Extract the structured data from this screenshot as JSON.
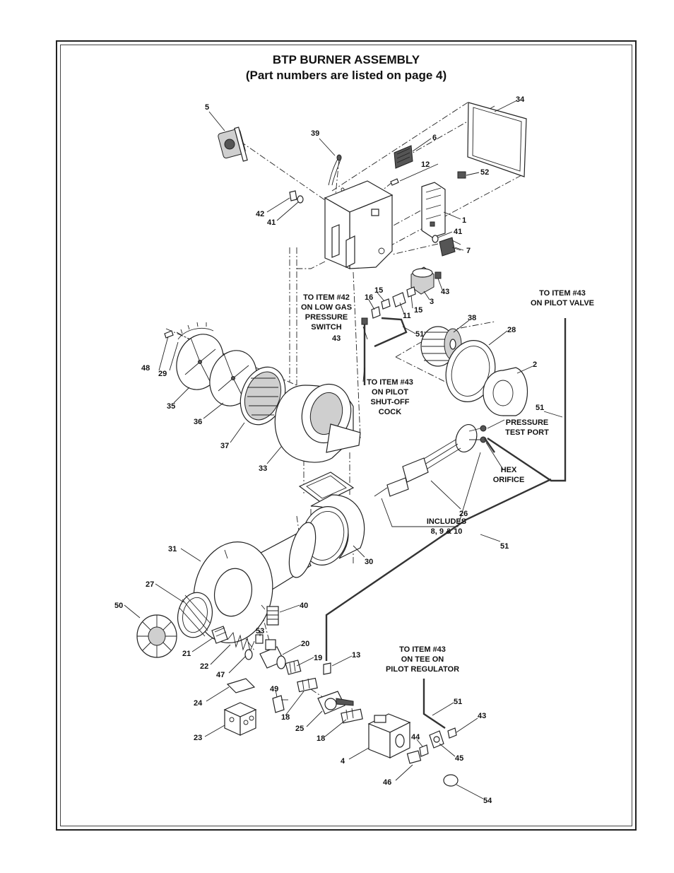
{
  "title": {
    "line1": "BTP BURNER ASSEMBLY",
    "line2": "(Part numbers are listed on page 4)"
  },
  "callouts": [
    {
      "id": "c5",
      "label": "5"
    },
    {
      "id": "c34",
      "label": "34"
    },
    {
      "id": "c39",
      "label": "39"
    },
    {
      "id": "c6",
      "label": "6"
    },
    {
      "id": "c12",
      "label": "12"
    },
    {
      "id": "c52",
      "label": "52"
    },
    {
      "id": "c42",
      "label": "42"
    },
    {
      "id": "c41a",
      "label": "41"
    },
    {
      "id": "c1",
      "label": "1"
    },
    {
      "id": "c41b",
      "label": "41"
    },
    {
      "id": "c7",
      "label": "7"
    },
    {
      "id": "c43a",
      "label": "43"
    },
    {
      "id": "c15a",
      "label": "15"
    },
    {
      "id": "c16",
      "label": "16"
    },
    {
      "id": "c11",
      "label": "11"
    },
    {
      "id": "c3",
      "label": "3"
    },
    {
      "id": "c15b",
      "label": "15"
    },
    {
      "id": "c43b",
      "label": "43"
    },
    {
      "id": "c51a",
      "label": "51"
    },
    {
      "id": "c38",
      "label": "38"
    },
    {
      "id": "c28",
      "label": "28"
    },
    {
      "id": "c2",
      "label": "2"
    },
    {
      "id": "c48",
      "label": "48"
    },
    {
      "id": "c29",
      "label": "29"
    },
    {
      "id": "c35",
      "label": "35"
    },
    {
      "id": "c36",
      "label": "36"
    },
    {
      "id": "c37",
      "label": "37"
    },
    {
      "id": "c33",
      "label": "33"
    },
    {
      "id": "c51b",
      "label": "51"
    },
    {
      "id": "c26",
      "label": "26"
    },
    {
      "id": "c51c",
      "label": "51"
    },
    {
      "id": "c31",
      "label": "31"
    },
    {
      "id": "c30",
      "label": "30"
    },
    {
      "id": "c27",
      "label": "27"
    },
    {
      "id": "c50",
      "label": "50"
    },
    {
      "id": "c40",
      "label": "40"
    },
    {
      "id": "c53",
      "label": "53"
    },
    {
      "id": "c21",
      "label": "21"
    },
    {
      "id": "c22",
      "label": "22"
    },
    {
      "id": "c20",
      "label": "20"
    },
    {
      "id": "c47",
      "label": "47"
    },
    {
      "id": "c19",
      "label": "19"
    },
    {
      "id": "c13",
      "label": "13"
    },
    {
      "id": "c49",
      "label": "49"
    },
    {
      "id": "c24",
      "label": "24"
    },
    {
      "id": "c18a",
      "label": "18"
    },
    {
      "id": "c25",
      "label": "25"
    },
    {
      "id": "c18b",
      "label": "18"
    },
    {
      "id": "c23",
      "label": "23"
    },
    {
      "id": "c51d",
      "label": "51"
    },
    {
      "id": "c43c",
      "label": "43"
    },
    {
      "id": "c44",
      "label": "44"
    },
    {
      "id": "c45",
      "label": "45"
    },
    {
      "id": "c4",
      "label": "4"
    },
    {
      "id": "c46",
      "label": "46"
    },
    {
      "id": "c54",
      "label": "54"
    }
  ],
  "notes": {
    "low_gas": [
      "TO ITEM #42",
      "ON LOW GAS",
      "PRESSURE",
      "SWITCH"
    ],
    "pilot_valve": [
      "TO ITEM #43",
      "ON PILOT VALVE"
    ],
    "pilot_shutoff": [
      "TO ITEM #43",
      "ON PILOT",
      "SHUT-OFF",
      "COCK"
    ],
    "pressure_test": [
      "PRESSURE",
      "TEST PORT"
    ],
    "hex_orifice": [
      "HEX",
      "ORIFICE"
    ],
    "includes": [
      "INCLUDES",
      "8, 9 & 10"
    ],
    "pilot_regulator": [
      "TO ITEM #43",
      "ON TEE ON",
      "PILOT REGULATOR"
    ]
  }
}
